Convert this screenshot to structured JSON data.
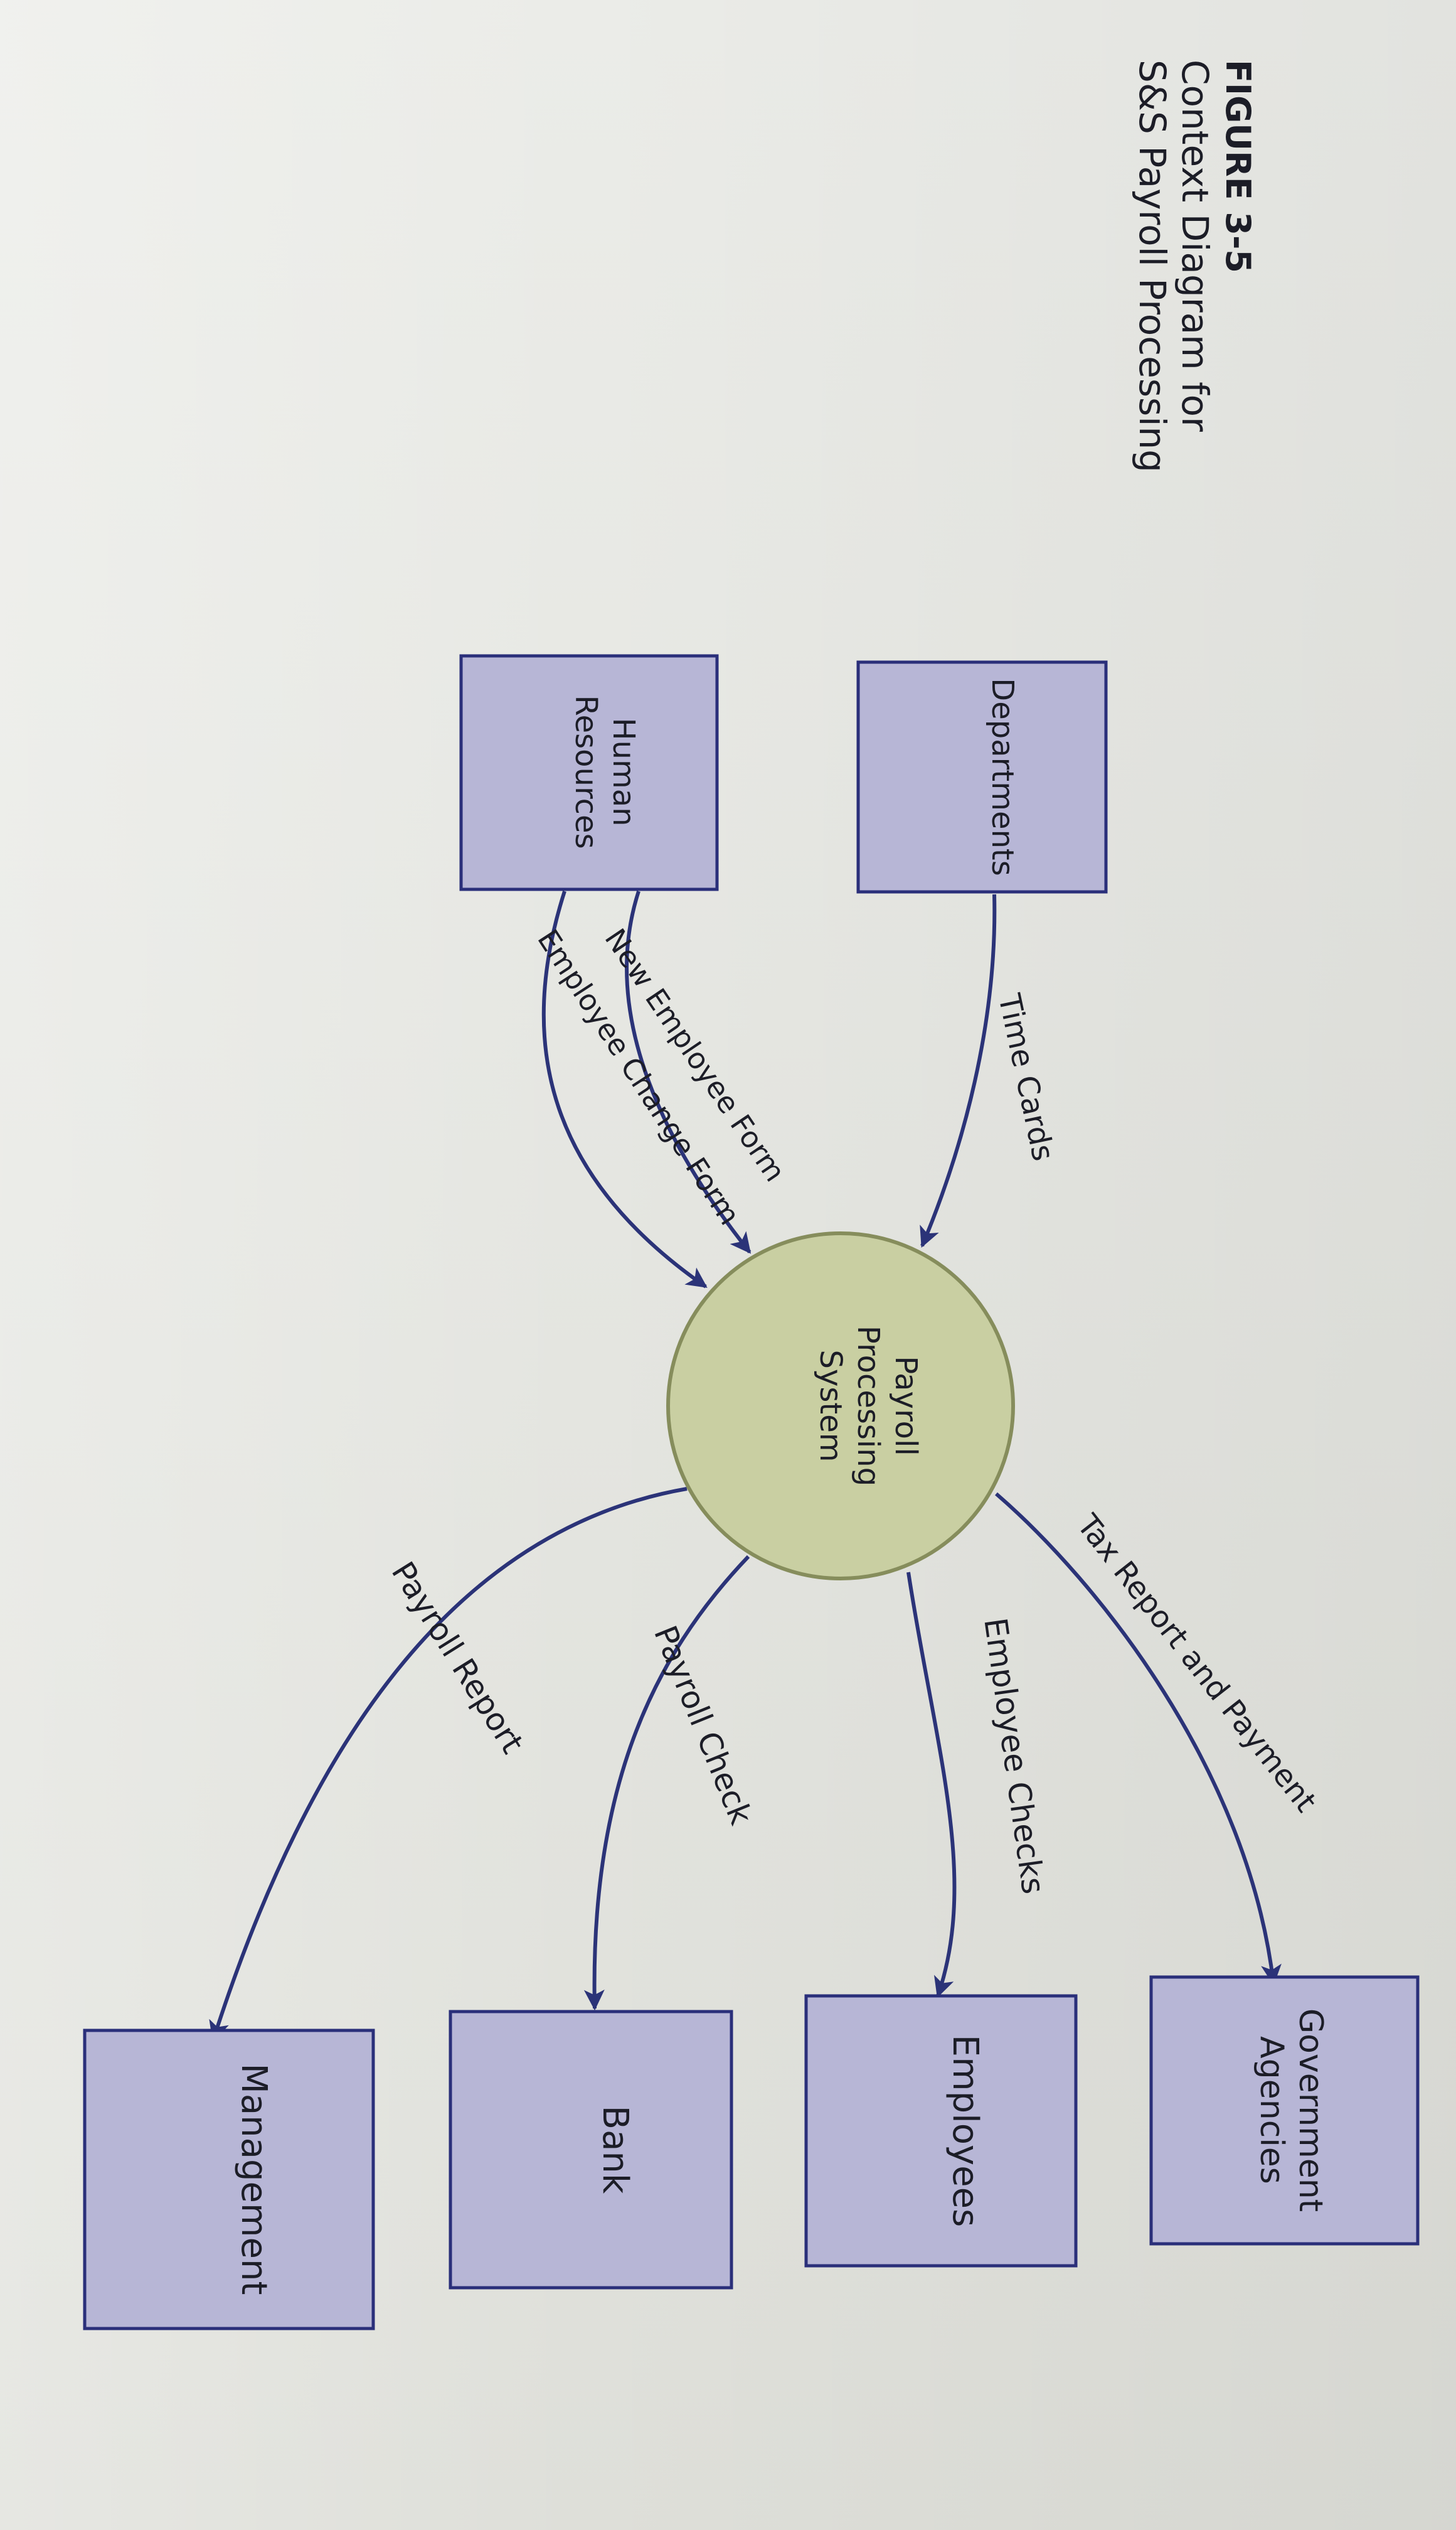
{
  "figure": {
    "label": "FIGURE 3-5",
    "title_line1": "Context Diagram for",
    "title_line2": "S&S Payroll Processing"
  },
  "process": {
    "line1": "Payroll",
    "line2": "Processing",
    "line3": "System"
  },
  "entities": {
    "departments": "Departments",
    "human_resources_line1": "Human",
    "human_resources_line2": "Resources",
    "government_line1": "Government",
    "government_line2": "Agencies",
    "employees": "Employees",
    "bank": "Bank",
    "management": "Management"
  },
  "flows": {
    "time_cards": "Time Cards",
    "new_employee_form": "New Employee Form",
    "employee_change_form": "Employee Change Form",
    "tax_report_payment": "Tax Report and Payment",
    "employee_checks": "Employee Checks",
    "payroll_check": "Payroll Check",
    "payroll_report": "Payroll Report"
  },
  "colors": {
    "page": "#e6e7e2",
    "entity_fill": "#b7b6d6",
    "entity_stroke": "#2a2f7a",
    "process_fill": "#c9cfa2",
    "process_stroke": "#868d5c",
    "arrow": "#2b3378",
    "caption_label": "#5c6f84",
    "text": "#1c1d27"
  }
}
